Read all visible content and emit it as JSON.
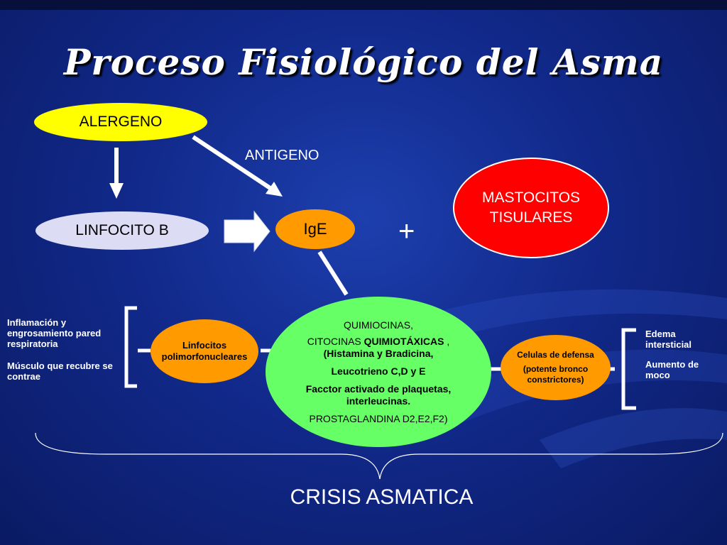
{
  "title": "Proceso Fisiológico del Asma",
  "nodes": {
    "alergeno": "ALERGENO",
    "antigeno": "ANTIGENO",
    "linfocito_b": "LINFOCITO B",
    "ige": "IgE",
    "plus": "+",
    "mastocitos_line1": "MASTOCITOS",
    "mastocitos_line2": "TISULARES",
    "linfocitos_line1": "Linfocitos",
    "linfocitos_line2": "polimorfonucleares",
    "mediators": {
      "line1": "QUIMIOCINAS,",
      "line2a": "CITOCINAS ",
      "line2b": "QUIMIOTÁXICAS",
      "line2c": " ,",
      "line3": "(Histamina y Bradicina,",
      "line4": "Leucotrieno C,D y E",
      "line5": "Facctor activado de plaquetas,",
      "line6": "interleucinas.",
      "line7": "PROSTAGLANDINA D2,E2,F2)"
    },
    "celulas_line1": "Celulas de defensa",
    "celulas_line2": "(potente bronco",
    "celulas_line3": "constrictores)"
  },
  "left_effects": {
    "item1": "Inflamación y engrosamiento pared respiratoria",
    "item2": "Músculo que recubre se contrae"
  },
  "right_effects": {
    "item1": "Edema intersticial",
    "item2": "Aumento de moco"
  },
  "result": "CRISIS ASMATICA",
  "colors": {
    "background": "#11298a",
    "alergeno": "#ffff00",
    "linfocito_b": "#dcdcf4",
    "orange": "#ff9a00",
    "mastocitos": "#ff0000",
    "mediators": "#66ff66"
  }
}
